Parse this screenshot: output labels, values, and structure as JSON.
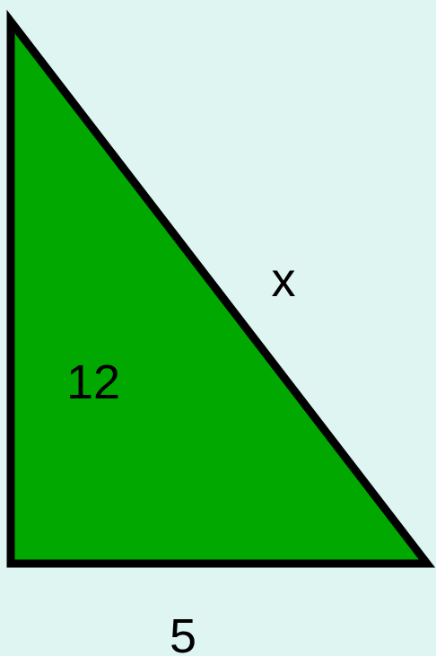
{
  "diagram": {
    "type": "right-triangle",
    "labels": {
      "vertical_leg": "12",
      "horizontal_leg": "5",
      "hypotenuse": "x"
    },
    "colors": {
      "background": "#dff5f2",
      "fill": "#00a800",
      "stroke": "#000000"
    }
  }
}
